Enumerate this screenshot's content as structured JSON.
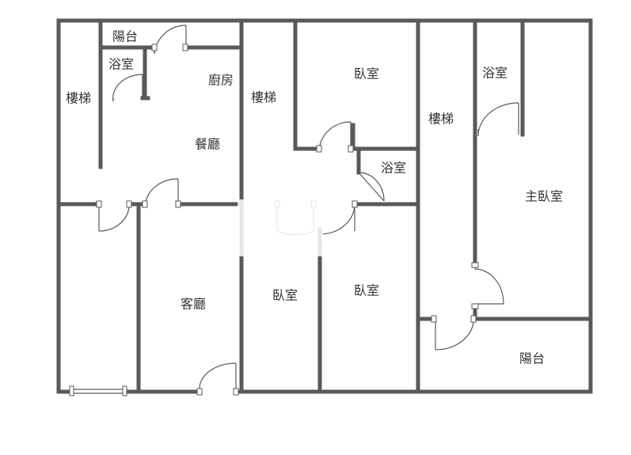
{
  "rooms": {
    "balcony_top": "陽台",
    "bath_left": "浴室",
    "stairs_left": "樓梯",
    "kitchen": "廚房",
    "dining": "餐廳",
    "stairs_center": "樓梯",
    "bedroom_top": "臥室",
    "bath_center": "浴室",
    "stairs_right": "樓梯",
    "bath_right": "浴室",
    "master_bedroom": "主臥室",
    "living_room": "客廳",
    "bedroom_bottom_left": "臥室",
    "bedroom_bottom_right": "臥室",
    "balcony_bottom": "陽台"
  },
  "colors": {
    "wall": "#58595b",
    "text": "#333333",
    "background": "#ffffff"
  }
}
